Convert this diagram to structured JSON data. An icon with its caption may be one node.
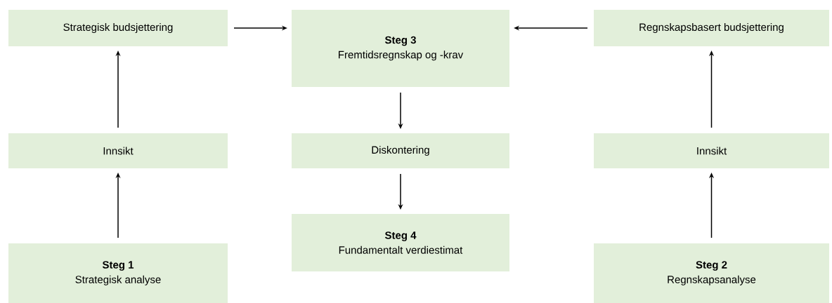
{
  "diagram": {
    "nodes": [
      {
        "text": [
          "Strategisk budsjettering"
        ]
      },
      {
        "text": [
          "Steg 3",
          "Fremtidsregnskap og -krav"
        ]
      },
      {
        "text": [
          "Regnskapsbasert budsjettering"
        ]
      },
      {
        "text": [
          "Innsikt"
        ]
      },
      {
        "text": [
          "Diskontering"
        ]
      },
      {
        "text": [
          "Innsikt"
        ]
      },
      {
        "text": [
          "Steg 1",
          "Strategisk analyse"
        ]
      },
      {
        "text": [
          "Steg 4",
          "Fundamentalt verdiestimat"
        ]
      },
      {
        "text": [
          "Steg 2",
          "Regnskapsanalyse"
        ]
      }
    ],
    "edges": [
      {
        "from": 6,
        "to": 3,
        "arrow": "to"
      },
      {
        "from": 3,
        "to": 0,
        "arrow": "to"
      },
      {
        "from": 0,
        "to": 1,
        "arrow": "to"
      },
      {
        "from": 2,
        "to": 1,
        "arrow": "to"
      },
      {
        "from": 1,
        "to": 4,
        "arrow": "to"
      },
      {
        "from": 4,
        "to": 7,
        "arrow": "to"
      },
      {
        "from": 8,
        "to": 5,
        "arrow": "to"
      },
      {
        "from": 5,
        "to": 2,
        "arrow": "to"
      }
    ]
  }
}
